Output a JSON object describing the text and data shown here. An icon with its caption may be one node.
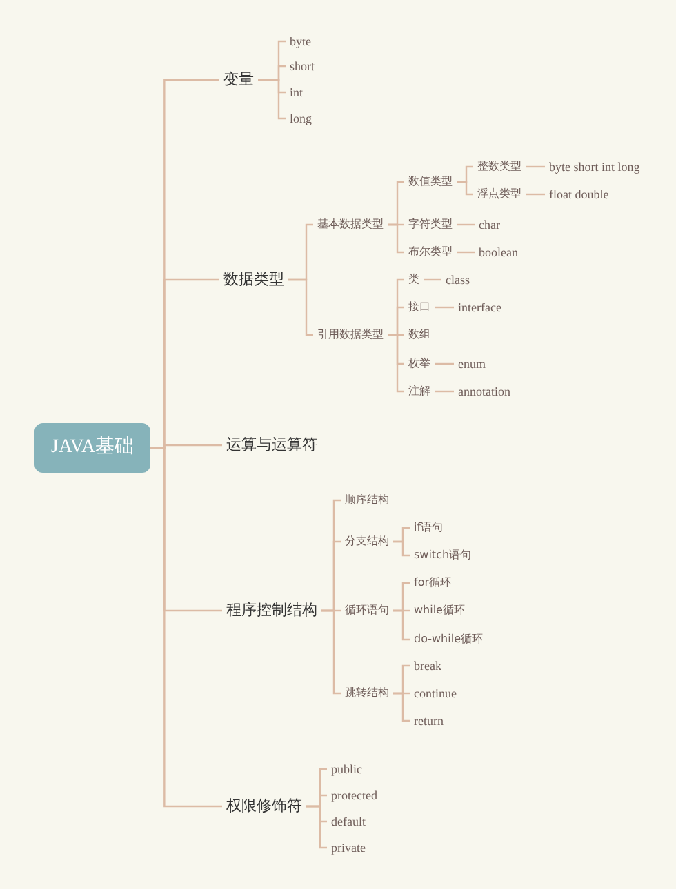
{
  "diagram": {
    "nodes": [
      {
        "text": [
          "JAVA基础"
        ]
      },
      {
        "text": [
          "变量"
        ]
      },
      {
        "text": [
          "byte"
        ]
      },
      {
        "text": [
          "short"
        ]
      },
      {
        "text": [
          "int"
        ]
      },
      {
        "text": [
          "long"
        ]
      },
      {
        "text": [
          "数据类型"
        ]
      },
      {
        "text": [
          "基本数据类型"
        ]
      },
      {
        "text": [
          "数值类型"
        ]
      },
      {
        "text": [
          "整数类型"
        ]
      },
      {
        "text": [
          "byte short int long"
        ]
      },
      {
        "text": [
          "浮点类型"
        ]
      },
      {
        "text": [
          "float double"
        ]
      },
      {
        "text": [
          "字符类型"
        ]
      },
      {
        "text": [
          "char"
        ]
      },
      {
        "text": [
          "布尔类型"
        ]
      },
      {
        "text": [
          "boolean"
        ]
      },
      {
        "text": [
          "引用数据类型"
        ]
      },
      {
        "text": [
          "类"
        ]
      },
      {
        "text": [
          "class"
        ]
      },
      {
        "text": [
          "接口"
        ]
      },
      {
        "text": [
          "interface"
        ]
      },
      {
        "text": [
          "数组"
        ]
      },
      {
        "text": [
          "枚举"
        ]
      },
      {
        "text": [
          "enum"
        ]
      },
      {
        "text": [
          "注解"
        ]
      },
      {
        "text": [
          "annotation"
        ]
      },
      {
        "text": [
          "运算与运算符"
        ]
      },
      {
        "text": [
          "程序控制结构"
        ]
      },
      {
        "text": [
          "顺序结构"
        ]
      },
      {
        "text": [
          "分支结构"
        ]
      },
      {
        "text": [
          "if语句"
        ]
      },
      {
        "text": [
          "switch语句"
        ]
      },
      {
        "text": [
          "循环语句"
        ]
      },
      {
        "text": [
          "for循环"
        ]
      },
      {
        "text": [
          "while循环"
        ]
      },
      {
        "text": [
          "do-while循环"
        ]
      },
      {
        "text": [
          "跳转结构"
        ]
      },
      {
        "text": [
          "break"
        ]
      },
      {
        "text": [
          "continue"
        ]
      },
      {
        "text": [
          "return"
        ]
      },
      {
        "text": [
          "权限修饰符"
        ]
      },
      {
        "text": [
          "public"
        ]
      },
      {
        "text": [
          "protected"
        ]
      },
      {
        "text": [
          "default"
        ]
      },
      {
        "text": [
          "private"
        ]
      }
    ],
    "edges": [
      {
        "from": 0,
        "to": 1,
        "arrow": "none"
      },
      {
        "from": 1,
        "to": 2,
        "arrow": "none"
      },
      {
        "from": 1,
        "to": 3,
        "arrow": "none"
      },
      {
        "from": 1,
        "to": 4,
        "arrow": "none"
      },
      {
        "from": 1,
        "to": 5,
        "arrow": "none"
      },
      {
        "from": 0,
        "to": 6,
        "arrow": "none"
      },
      {
        "from": 6,
        "to": 7,
        "arrow": "none"
      },
      {
        "from": 7,
        "to": 8,
        "arrow": "none"
      },
      {
        "from": 8,
        "to": 9,
        "arrow": "none"
      },
      {
        "from": 9,
        "to": 10,
        "arrow": "none"
      },
      {
        "from": 8,
        "to": 11,
        "arrow": "none"
      },
      {
        "from": 11,
        "to": 12,
        "arrow": "none"
      },
      {
        "from": 7,
        "to": 13,
        "arrow": "none"
      },
      {
        "from": 13,
        "to": 14,
        "arrow": "none"
      },
      {
        "from": 7,
        "to": 15,
        "arrow": "none"
      },
      {
        "from": 15,
        "to": 16,
        "arrow": "none"
      },
      {
        "from": 6,
        "to": 17,
        "arrow": "none"
      },
      {
        "from": 17,
        "to": 18,
        "arrow": "none"
      },
      {
        "from": 18,
        "to": 19,
        "arrow": "none"
      },
      {
        "from": 17,
        "to": 20,
        "arrow": "none"
      },
      {
        "from": 20,
        "to": 21,
        "arrow": "none"
      },
      {
        "from": 17,
        "to": 22,
        "arrow": "none"
      },
      {
        "from": 17,
        "to": 23,
        "arrow": "none"
      },
      {
        "from": 23,
        "to": 24,
        "arrow": "none"
      },
      {
        "from": 17,
        "to": 25,
        "arrow": "none"
      },
      {
        "from": 25,
        "to": 26,
        "arrow": "none"
      },
      {
        "from": 0,
        "to": 27,
        "arrow": "none"
      },
      {
        "from": 0,
        "to": 28,
        "arrow": "none"
      },
      {
        "from": 28,
        "to": 29,
        "arrow": "none"
      },
      {
        "from": 28,
        "to": 30,
        "arrow": "none"
      },
      {
        "from": 30,
        "to": 31,
        "arrow": "none"
      },
      {
        "from": 30,
        "to": 32,
        "arrow": "none"
      },
      {
        "from": 28,
        "to": 33,
        "arrow": "none"
      },
      {
        "from": 33,
        "to": 34,
        "arrow": "none"
      },
      {
        "from": 33,
        "to": 35,
        "arrow": "none"
      },
      {
        "from": 33,
        "to": 36,
        "arrow": "none"
      },
      {
        "from": 28,
        "to": 37,
        "arrow": "none"
      },
      {
        "from": 37,
        "to": 38,
        "arrow": "none"
      },
      {
        "from": 37,
        "to": 39,
        "arrow": "none"
      },
      {
        "from": 37,
        "to": 40,
        "arrow": "none"
      },
      {
        "from": 0,
        "to": 41,
        "arrow": "none"
      },
      {
        "from": 41,
        "to": 42,
        "arrow": "none"
      },
      {
        "from": 41,
        "to": 43,
        "arrow": "none"
      },
      {
        "from": 41,
        "to": 44,
        "arrow": "none"
      },
      {
        "from": 41,
        "to": 45,
        "arrow": "none"
      }
    ]
  }
}
